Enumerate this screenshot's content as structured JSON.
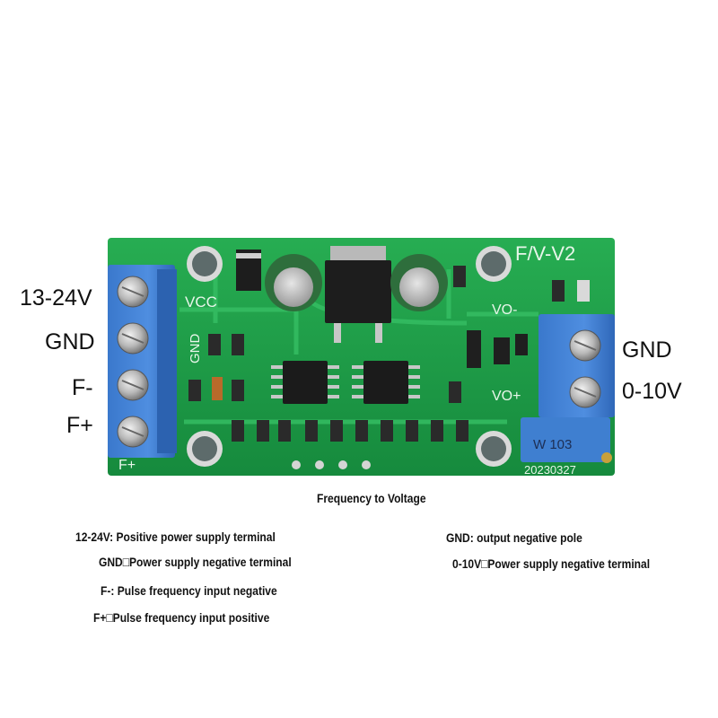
{
  "board": {
    "silkscreen": {
      "model": "F/V-V2",
      "vcc": "VCC",
      "gnd": "GND",
      "vo_minus": "VO-",
      "vo_plus": "VO+",
      "terminal_marker": "F+",
      "pot_code": "W 103",
      "date_code": "20230327"
    },
    "left_terminal_labels": [
      "13-24V",
      "GND",
      "F-",
      "F+"
    ],
    "right_terminal_labels": [
      "GND",
      "0-10V"
    ]
  },
  "caption": {
    "title": "Frequency to Voltage",
    "left_notes": [
      "12-24V: Positive power supply terminal",
      "GND□Power supply negative terminal",
      "F-: Pulse frequency input negative",
      "F+□Pulse frequency input positive"
    ],
    "right_notes": [
      "GND: output negative pole",
      "0-10V□Power supply negative terminal"
    ]
  },
  "colors": {
    "pcb_green": "#1f9e48",
    "terminal_blue": "#3f7fd0",
    "capacitor_green": "#2e6e3c",
    "pad_silver": "#cfcfcf"
  }
}
